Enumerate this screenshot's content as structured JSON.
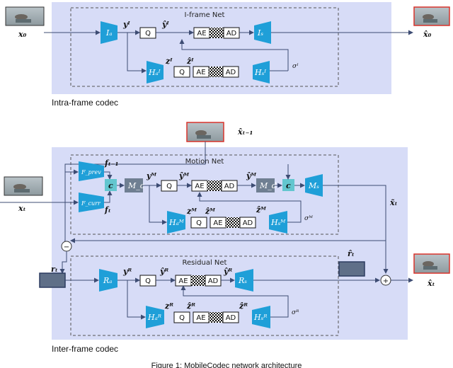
{
  "intra": {
    "section_label": "Intra-frame codec",
    "net_title": "I-frame Net",
    "input_var": "x₀",
    "output_var": "x̂₀",
    "enc": "Iₐ",
    "dec": "Iₛ",
    "hyper_enc": "Hₐᴵ",
    "hyper_dec": "Hₛᴵ",
    "y": "yᴵ",
    "y_hat": "ŷᴵ",
    "z": "zᴵ",
    "z_hat": "ẑᴵ",
    "sigma": "σᴵ"
  },
  "inter": {
    "section_label": "Inter-frame codec",
    "motion_title": "Motion Net",
    "residual_title": "Residual Net",
    "input_var": "xₜ",
    "prev_var": "x̂ₜ₋₁",
    "output_var": "x̂ₜ",
    "warped_var": "x̃ₜ",
    "f_prev_module": "F_prev",
    "f_curr_module": "F_curr",
    "f_prev_var": "fₜ₋₁",
    "f_curr_var": "fₜ",
    "concat1": "c",
    "concat2": "c",
    "mc": "M_c",
    "md": "M_d",
    "ms": "Mₛ",
    "motion_hyper_enc": "Hₐᴹ",
    "motion_hyper_dec": "Hₛᴹ",
    "yM": "yᴹ",
    "yM_hat": "ŷᴹ",
    "yM_hat2": "ŷᴹ",
    "zM": "zᴹ",
    "zM_hat": "ẑᴹ",
    "zM_hat2": "ẑᴹ",
    "sigmaM": "σᴹ",
    "residual_var": "rₜ",
    "residual_hat_var": "r̂ₜ",
    "ra": "Rₐ",
    "rs": "Rₛ",
    "res_hyper_enc": "Hₐᴿ",
    "res_hyper_dec": "Hₛᴿ",
    "yR": "yᴿ",
    "yR_hat": "ŷᴿ",
    "yR_hat2": "ŷᴿ",
    "zR": "zᴿ",
    "zR_hat": "ẑᴿ",
    "zR_hat2": "ẑᴿ",
    "sigmaR": "σᴿ",
    "minus": "−",
    "plus": "+"
  },
  "ops": {
    "q": "Q",
    "ae": "AE",
    "ad": "AD"
  },
  "caption": "Figure 1: MobileCodec network architecture",
  "colors": {
    "panel_fill": "#d7dcf7",
    "module_fill": "#1f9fd8",
    "concat_fill": "#63c6cf",
    "m_fill": "#6f7f92",
    "residual_fill": "#5f6f88",
    "arrow": "#3d4c73"
  }
}
